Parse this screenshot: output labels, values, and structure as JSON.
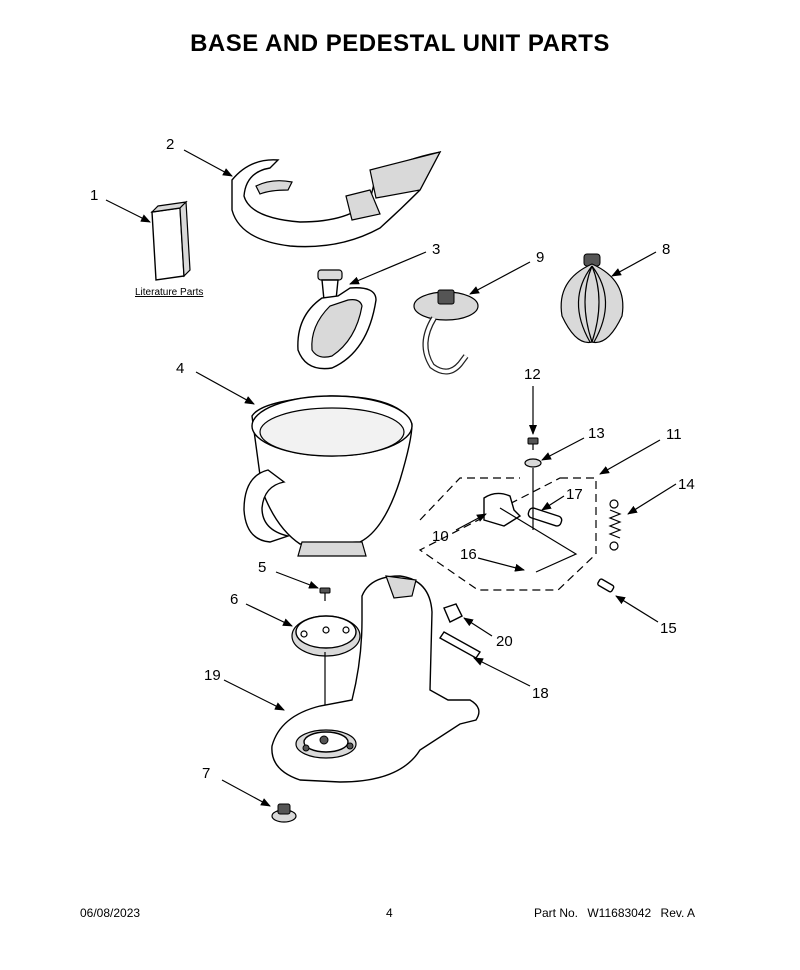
{
  "title": "BASE AND PEDESTAL UNIT PARTS",
  "literature_label": "Literature Parts",
  "callouts": [
    "1",
    "2",
    "3",
    "4",
    "5",
    "6",
    "7",
    "8",
    "9",
    "10",
    "11",
    "12",
    "13",
    "14",
    "15",
    "16",
    "17",
    "18",
    "19",
    "20"
  ],
  "footer": {
    "date": "06/08/2023",
    "page": "4",
    "part_label": "Part No.",
    "part_number": "W11683042",
    "revision": "Rev. A"
  }
}
